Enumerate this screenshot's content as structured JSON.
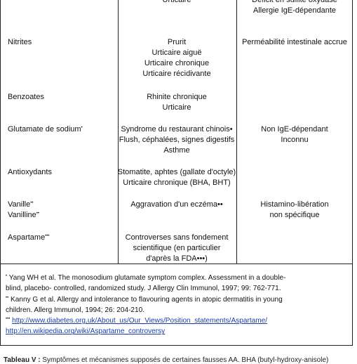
{
  "table": {
    "top_row": {
      "col2": [
        "Urticaire"
      ],
      "col3": [
        "Déficit en sulfite oxydase",
        "Allergie IgE-dépendante"
      ]
    },
    "rows": [
      {
        "additive": "Nitrites",
        "additive_mark": "",
        "symptoms": [
          "Prurit",
          "Urticaire aiguë",
          "Urticaire chronique",
          "Urticaire récidivante"
        ],
        "mechanism": [
          "Perméabilité intestinale accrue"
        ]
      },
      {
        "additive": "Benzoates",
        "additive_mark": "",
        "symptoms": [
          "Rhinite chronique",
          "Urticaire"
        ],
        "mechanism": []
      },
      {
        "additive": "Glutamate de sodium",
        "additive_mark": "•",
        "symptoms": [
          "Syndrome du restaurant chinois•",
          "Flush, céphalées, signes digestifs",
          "Asthme"
        ],
        "mechanism": [
          "Non IgE-dépendant",
          "Inconnu"
        ]
      },
      {
        "additive": "Antioxydants",
        "additive_mark": "",
        "symptoms": [
          "Stomatite, aphtes (gallate d'octyle)",
          "Urticaire chronique (BHA, BHT)"
        ],
        "mechanism": []
      },
      {
        "additive": "Vanille",
        "additive_mark": "••",
        "additive2": "Vanilline",
        "additive2_mark": "••",
        "symptoms": [
          "Aggravation d'un eczéma••"
        ],
        "mechanism": [
          "Histamino-libération",
          "non spécifique"
        ]
      },
      {
        "additive": "Aspartame",
        "additive_mark": "•••",
        "symptoms": [
          "Controverses sans fondement",
          "scientifique (en particulier",
          "d'après la FDA•••)"
        ],
        "mechanism": []
      }
    ]
  },
  "footnotes": {
    "n1_mark": "•",
    "n1_line1": " Yang WH et al. The monosodium glutamate symptom complex. Assessment in a double-",
    "n1_line2": "blind, placebo- controlled, randomized study. J Allergy Clin Immunol, 1997; 99: 762-771.",
    "n2_mark": "••",
    "n2_line1": " Kanny G et al. Allergy and intolerance to flavouring agents in atopic dermatitis in young",
    "n2_line2": "children. Allerg Immunol, 1994; 26: 204-210.",
    "n3_mark": "•••",
    "n3_link1": "http://www.diabetes.org.uk/About_us/Our_Views/Position_statements/Aspartame/",
    "n3_link2": "http://en.wikipedia.org/wiki/Aspartame_controversy"
  },
  "caption": {
    "label": "Tableau V :",
    "text": " Symptômes et mécanismes supposés de certaines fausses AA. BHA (butyl-hydroxy-anisole)"
  }
}
